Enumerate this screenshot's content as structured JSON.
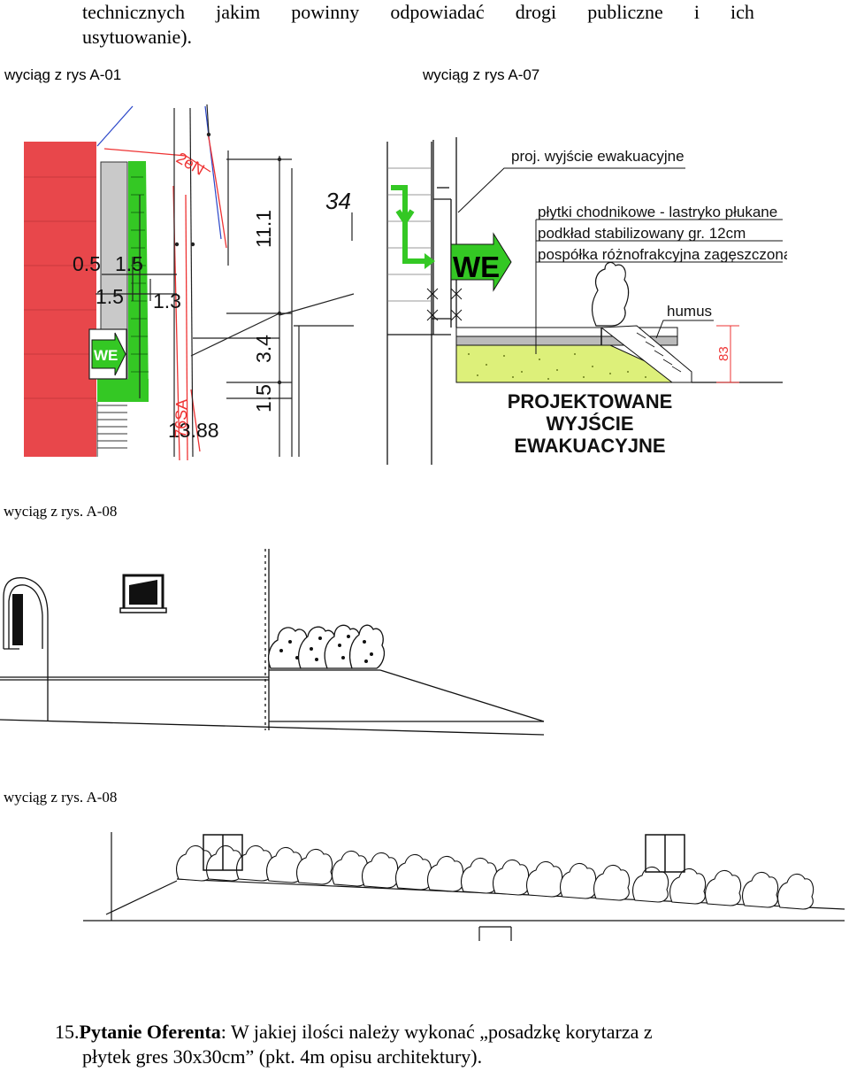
{
  "intro": {
    "line1_words": [
      "technicznych",
      "jakim",
      "powinny",
      "odpowiadać",
      "drogi",
      "publiczne",
      "i",
      "ich"
    ],
    "line2": "usytuowanie)."
  },
  "captions": {
    "a01": "wyciąg z rys A-01",
    "a07": "wyciąg z rys A-07",
    "a08_first": "wyciąg z rys. A-08",
    "a08_second": "wyciąg z rys. A-08"
  },
  "drawing_a01": {
    "dims": [
      "0.5",
      "1.5",
      "1.5",
      "1.3",
      "11.1",
      "3.4",
      "1.5",
      "13.88"
    ],
    "label_34": "34",
    "red_labels": [
      "2eN",
      "76SA"
    ],
    "sign": "WE"
  },
  "drawing_a07": {
    "exit_label": "proj. wyjście ewakuacyjne",
    "layers": [
      "płytki chodnikowe - lastryko płukane",
      "podkład stabilizowany gr. 12cm",
      "pospółka różnofrakcyjna zagęszczona"
    ],
    "humus": "humus",
    "dim_83": "83",
    "sign": "WE",
    "title_lines": [
      "PROJEKTOWANE",
      "WYJŚCIE",
      "EWAKUACYJNE"
    ]
  },
  "question": {
    "number": "15.",
    "bold": "Pytanie Oferenta",
    "line1_rest": ": W jakiej ilości należy wykonać „posadzkę korytarza z",
    "line2": "płytek gres 30x30cm” (pkt. 4m opisu architektury)."
  },
  "colors": {
    "red_wall": "#e8474b",
    "green": "#34c824",
    "lime": "#ddf07a",
    "red_line": "#e33"
  }
}
